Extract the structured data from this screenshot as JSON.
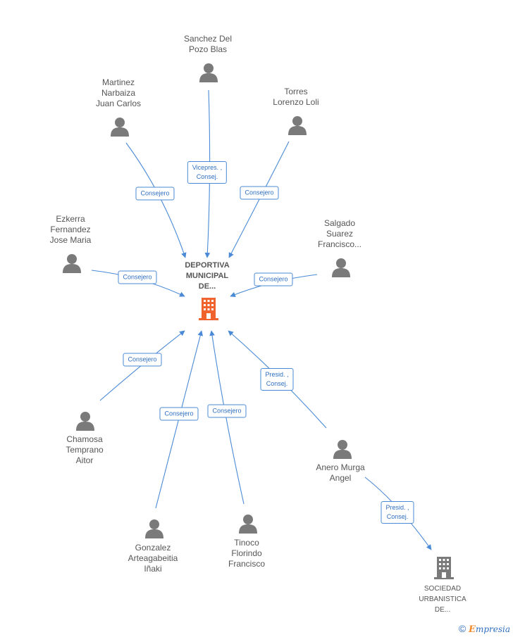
{
  "colors": {
    "edge": "#4a8ad6",
    "person": "#7a7a7a",
    "center_company": "#f0622e",
    "company": "#7a7a7a"
  },
  "center": {
    "name": "DEPORTIVA\nMUNICIPAL\nDE..."
  },
  "people": [
    {
      "id": "sanchez",
      "name": "Sanchez Del\nPozo Blas",
      "role": "Vicepres. ,\nConsej."
    },
    {
      "id": "martinez",
      "name": "Martinez\nNarbaiza\nJuan Carlos",
      "role": "Consejero"
    },
    {
      "id": "torres",
      "name": "Torres\nLorenzo Loli",
      "role": "Consejero"
    },
    {
      "id": "ezkerra",
      "name": "Ezkerra\nFernandez\nJose Maria",
      "role": "Consejero"
    },
    {
      "id": "salgado",
      "name": "Salgado\nSuarez\nFrancisco...",
      "role": "Consejero"
    },
    {
      "id": "chamosa",
      "name": "Chamosa\nTemprano\nAitor",
      "role": "Consejero"
    },
    {
      "id": "gonzalez",
      "name": "Gonzalez\nArteagabeitia\nIñaki",
      "role": "Consejero"
    },
    {
      "id": "tinoco",
      "name": "Tinoco\nFlorindo\nFrancisco",
      "role": "Consejero"
    },
    {
      "id": "anero",
      "name": "Anero Murga\nAngel",
      "role": "Presid. ,\nConsej."
    }
  ],
  "company": {
    "name": "SOCIEDAD\nURBANISTICA\nDE...",
    "role": "Presid. ,\nConsej."
  },
  "footer": {
    "copyright": "©",
    "brand_first": "E",
    "brand_rest": "mpresia"
  }
}
